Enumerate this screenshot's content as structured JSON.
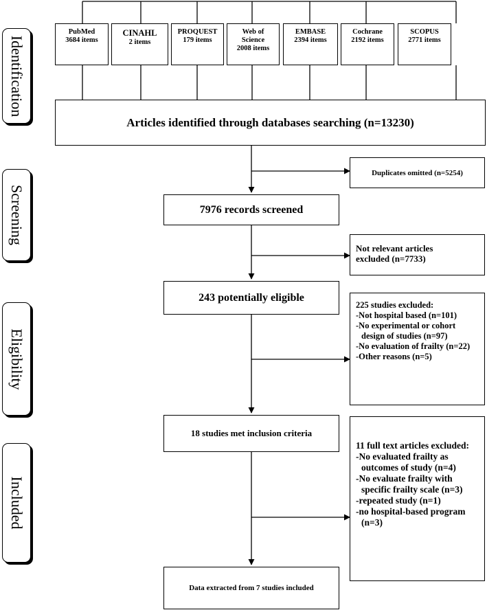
{
  "phases": {
    "identification": "Identification",
    "screening": "Screening",
    "eligibility": "Eligibility",
    "included": "Included"
  },
  "databases": [
    {
      "name": "PubMed",
      "count": "3684 items"
    },
    {
      "name": "CINAHL",
      "count": "2 items"
    },
    {
      "name": "PROQUEST",
      "count": "179 items"
    },
    {
      "name": "Web of",
      "name2": "Science",
      "count": "2008 items"
    },
    {
      "name": "EMBASE",
      "count": "2394 items"
    },
    {
      "name": "Cochrane",
      "count": "2192 items"
    },
    {
      "name": "SCOPUS",
      "count": "2771 items"
    }
  ],
  "flow": {
    "identified": "Articles identified through databases searching (n=13230)",
    "duplicates": "Duplicates omitted (n=5254)",
    "screened": "7976 records screened",
    "not_relevant_1": "Not relevant articles",
    "not_relevant_2": "excluded (n=7733)",
    "potentially_eligible": "243 potentially eligible",
    "met_criteria": "18 studies met inclusion criteria",
    "extracted": "Data extracted from 7 studies included"
  },
  "exclusions_eligibility": {
    "heading": "225 studies excluded:",
    "items": [
      "-Not hospital based (n=101)",
      "-No experimental or cohort design of studies (n=97)",
      "-No evaluation of frailty (n=22)",
      "-Other reasons (n=5)"
    ]
  },
  "exclusions_fulltext": {
    "heading": "11 full text articles excluded:",
    "items": [
      "-No evaluated frailty as outcomes of study (n=4)",
      "-No evaluate frailty with specific frailty scale (n=3)",
      "-repeated study (n=1)",
      "-no hospital-based program (n=3)"
    ]
  }
}
